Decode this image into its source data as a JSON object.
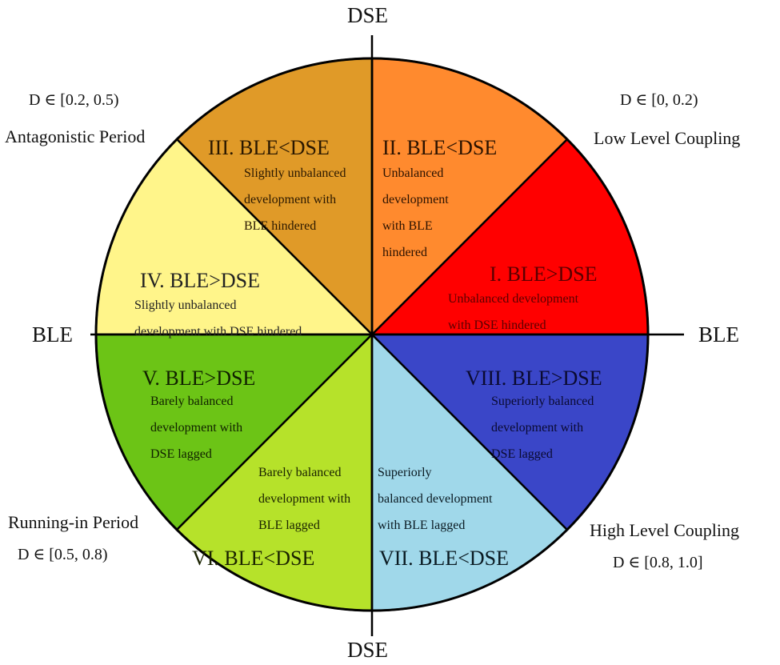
{
  "axes": {
    "top": "DSE",
    "bottom": "DSE",
    "left": "BLE",
    "right": "BLE"
  },
  "corner_labels": [
    {
      "id": "top-left",
      "period": "Antagonistic Period",
      "range": "D ∈ [0.2, 0.5)"
    },
    {
      "id": "top-right",
      "period": "Low Level Coupling",
      "range": "D ∈ [0, 0.2)"
    },
    {
      "id": "bottom-left",
      "period": "Running-in Period",
      "range": "D ∈ [0.5, 0.8)"
    },
    {
      "id": "bottom-right",
      "period": "High Level Coupling",
      "range": "D ∈ [0.8, 1.0]"
    }
  ],
  "sectors": [
    {
      "num": "I",
      "title": "I. BLE>DSE",
      "desc": [
        "Unbalanced development",
        "with DSE hindered"
      ],
      "color": "#FF0000",
      "text_color": "#5a0000"
    },
    {
      "num": "II",
      "title": "II. BLE<DSE",
      "desc": [
        "Unbalanced",
        "development",
        "with BLE",
        "hindered"
      ],
      "color": "#FF8A2E",
      "text_color": "#2a1200"
    },
    {
      "num": "III",
      "title": "III. BLE<DSE",
      "desc": [
        "Slightly unbalanced",
        "development with",
        "BLE hindered"
      ],
      "color": "#E09A28",
      "text_color": "#2a1800"
    },
    {
      "num": "IV",
      "title": "IV. BLE>DSE",
      "desc": [
        "Slightly unbalanced",
        "development with DSE hindered"
      ],
      "color": "#FFF58A",
      "text_color": "#222"
    },
    {
      "num": "V",
      "title": "V. BLE>DSE",
      "desc": [
        "Barely balanced",
        "development with",
        "DSE lagged"
      ],
      "color": "#6CC416",
      "text_color": "#102000"
    },
    {
      "num": "VI",
      "title": "VI. BLE<DSE",
      "desc": [
        "Barely balanced",
        "development with",
        "BLE lagged"
      ],
      "color": "#B6E22A",
      "text_color": "#1a2200"
    },
    {
      "num": "VII",
      "title": "VII. BLE<DSE",
      "desc": [
        "Superiorly",
        "balanced development",
        "with BLE lagged"
      ],
      "color": "#A0D8EA",
      "text_color": "#0a1a22"
    },
    {
      "num": "VIII",
      "title": "VIII. BLE>DSE",
      "desc": [
        "Superiorly balanced",
        "development with",
        "DSE lagged"
      ],
      "color": "#3A46C8",
      "text_color": "#0a0a30"
    }
  ]
}
